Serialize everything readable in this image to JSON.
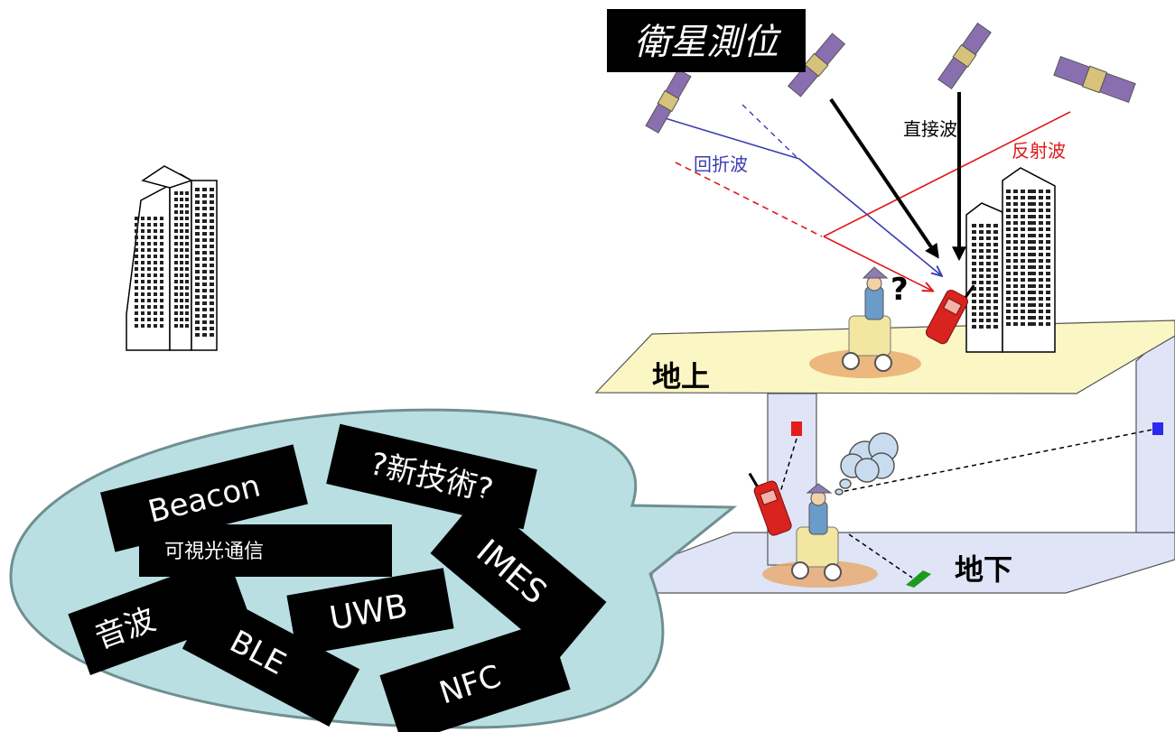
{
  "title_label": "衛星測位",
  "waves": {
    "direct": "直接波",
    "diffracted": "回折波",
    "reflected": "反射波"
  },
  "floors": {
    "ground": "地上",
    "underground": "地下"
  },
  "question_mark": "?",
  "technologies": {
    "beacon": "Beacon",
    "new_tech": "?新技術?",
    "visible_light": "可視光通信",
    "imes": "IMES",
    "sound": "音波",
    "uwb": "UWB",
    "ble": "BLE",
    "nfc": "NFC"
  },
  "colors": {
    "bubble": "#b9dfe2",
    "ground_plate": "#fbf7c4",
    "basement": "#dfe4f6",
    "diffracted": "#3b3bb3",
    "reflected": "#e01818",
    "phone": "#d8231f"
  }
}
